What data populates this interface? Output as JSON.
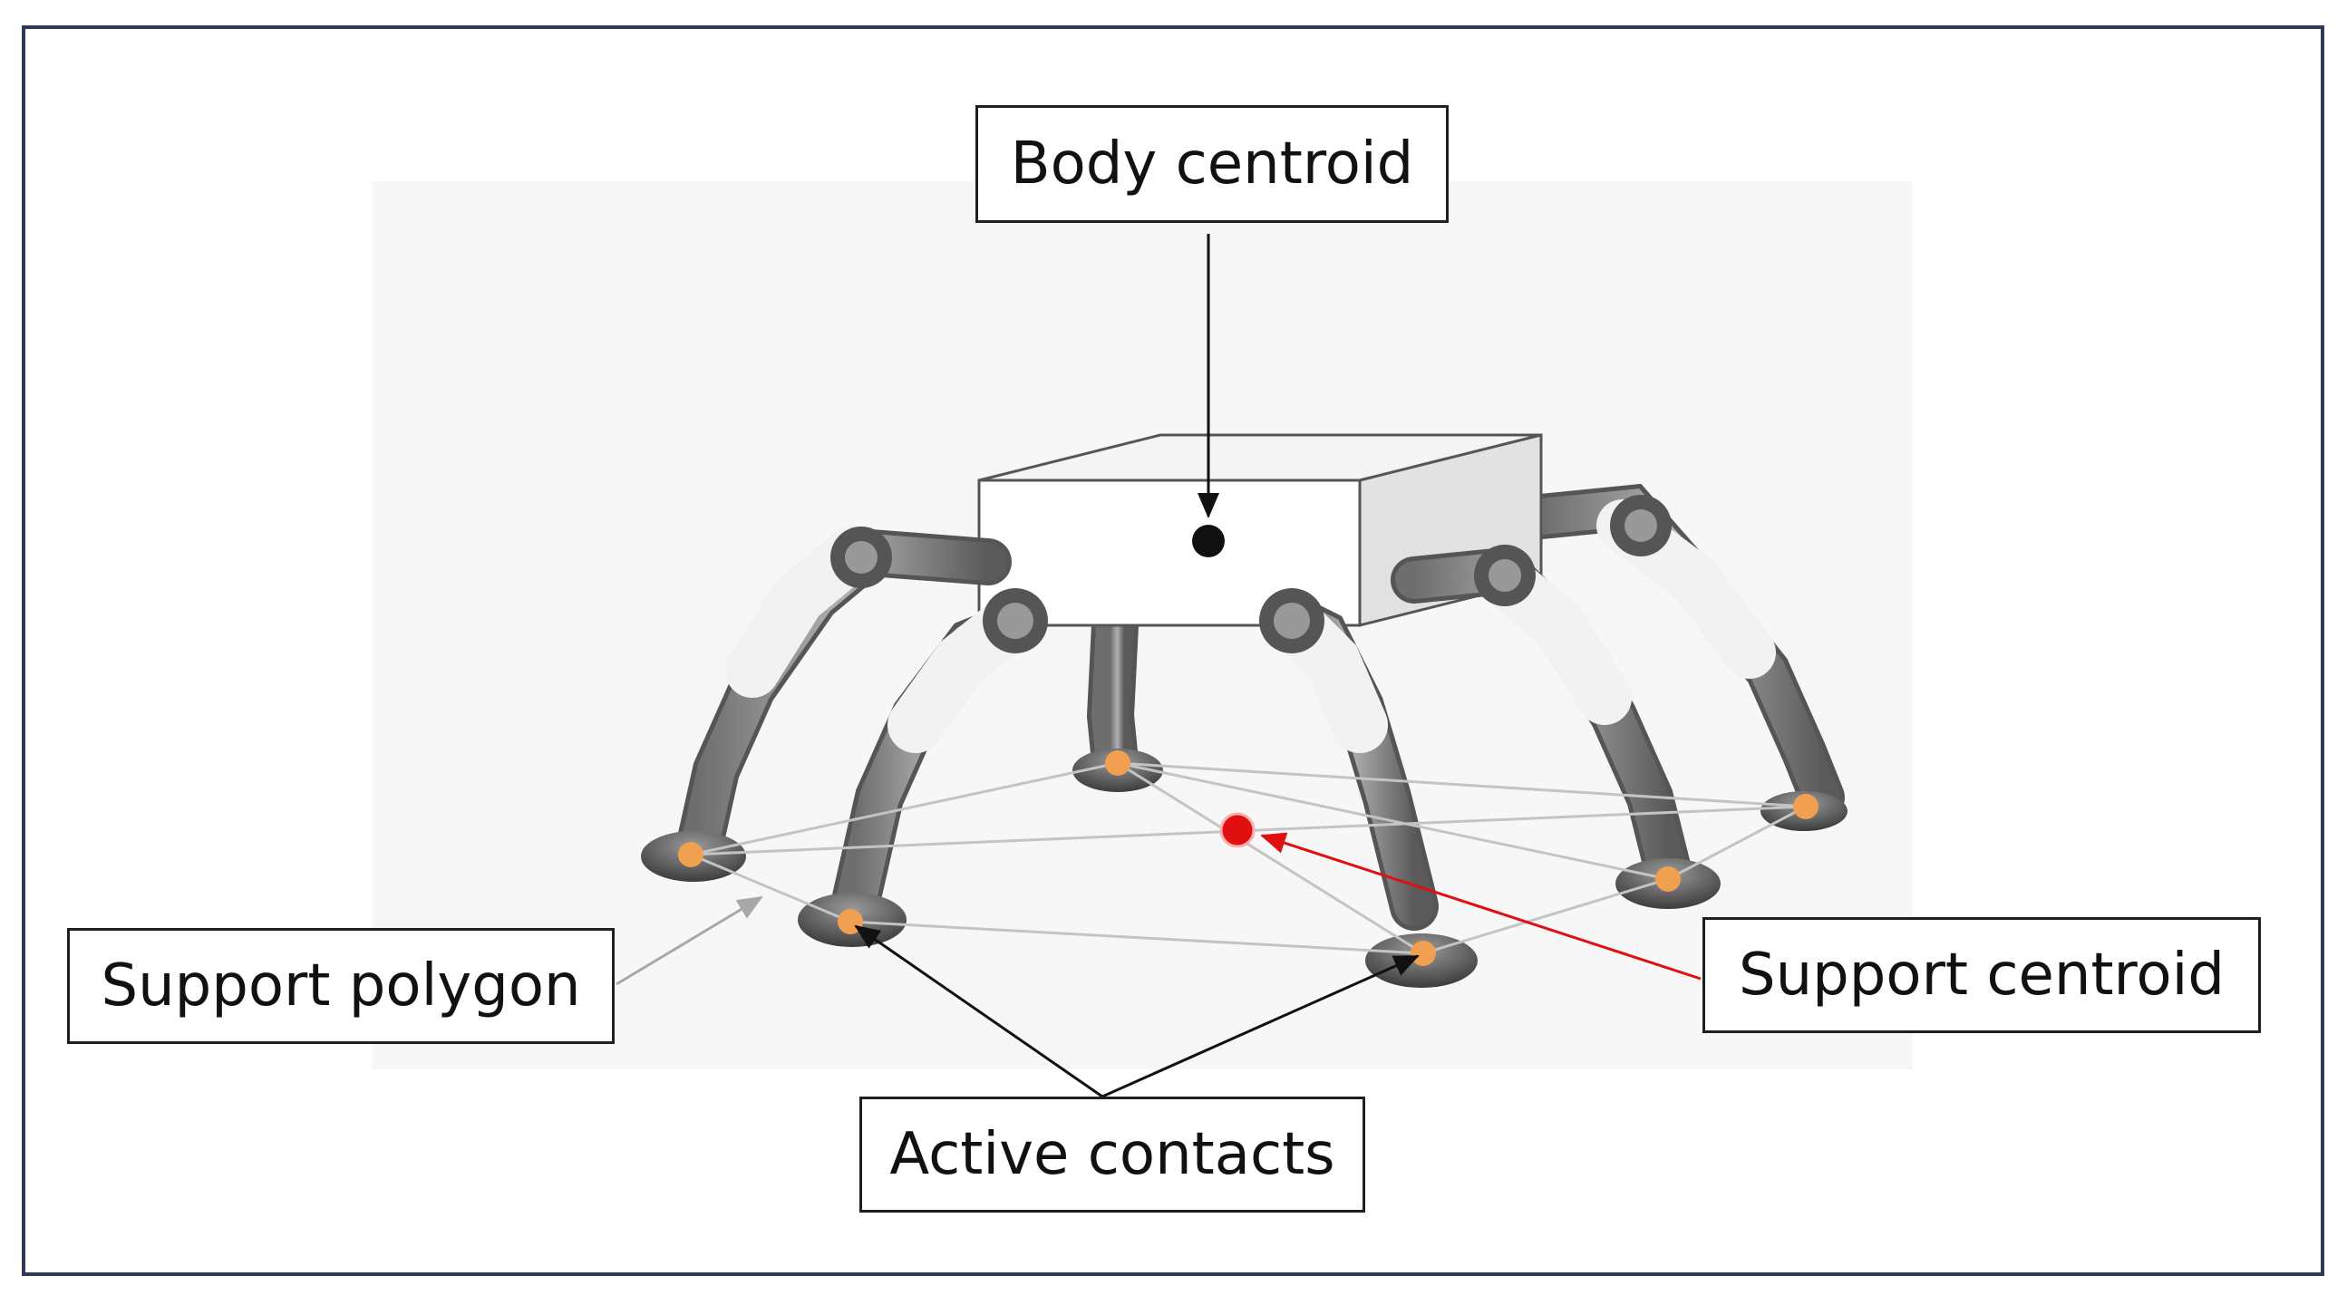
{
  "labels": {
    "body_centroid": "Body centroid",
    "support_polygon": "Support polygon",
    "support_centroid": "Support centroid",
    "active_contacts": "Active contacts"
  },
  "colors": {
    "frame": "#2f3b55",
    "contact": "#f0a050",
    "support_centroid": "#e01010",
    "body_centroid": "#111111",
    "polygon_line": "#c4c4c4",
    "red_arrow": "#e01010",
    "gray_arrow": "#a8a8a8",
    "black_arrow": "#111111"
  }
}
